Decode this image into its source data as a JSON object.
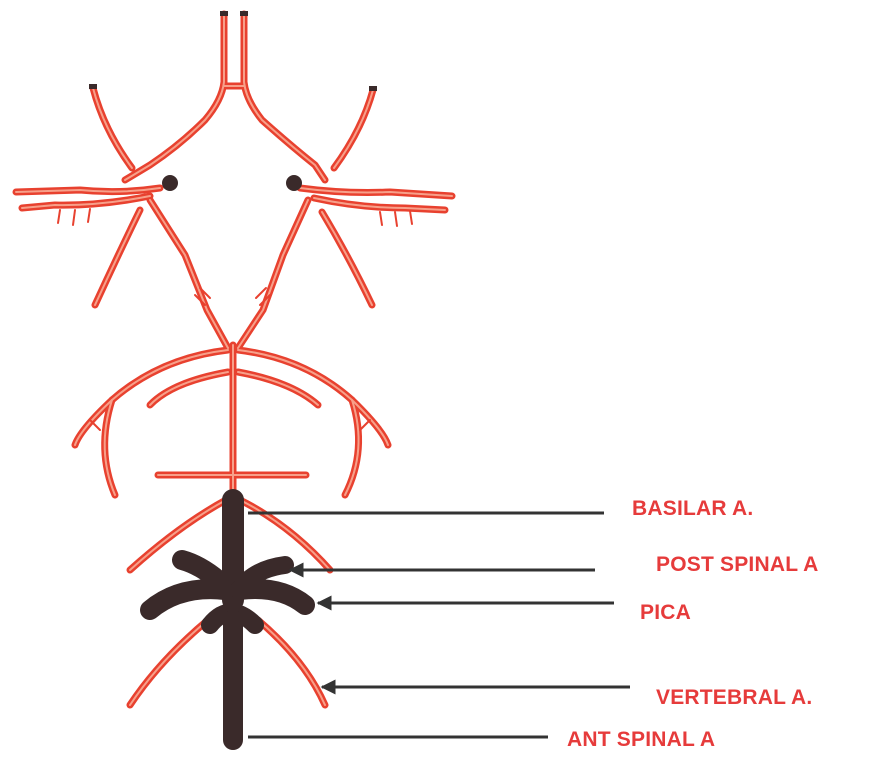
{
  "colors": {
    "artery": "#e8412f",
    "artery_highlight": "#f7a08a",
    "highlight": "#3a2a2a",
    "pointer": "#333333",
    "label": "#e63b3b"
  },
  "labels": {
    "basilar": "BASILAR A.",
    "post_spinal": "POST SPINAL A",
    "pica": "PICA",
    "vertebral": "VERTEBRAL A.",
    "ant_spinal": "ANT SPINAL A"
  }
}
